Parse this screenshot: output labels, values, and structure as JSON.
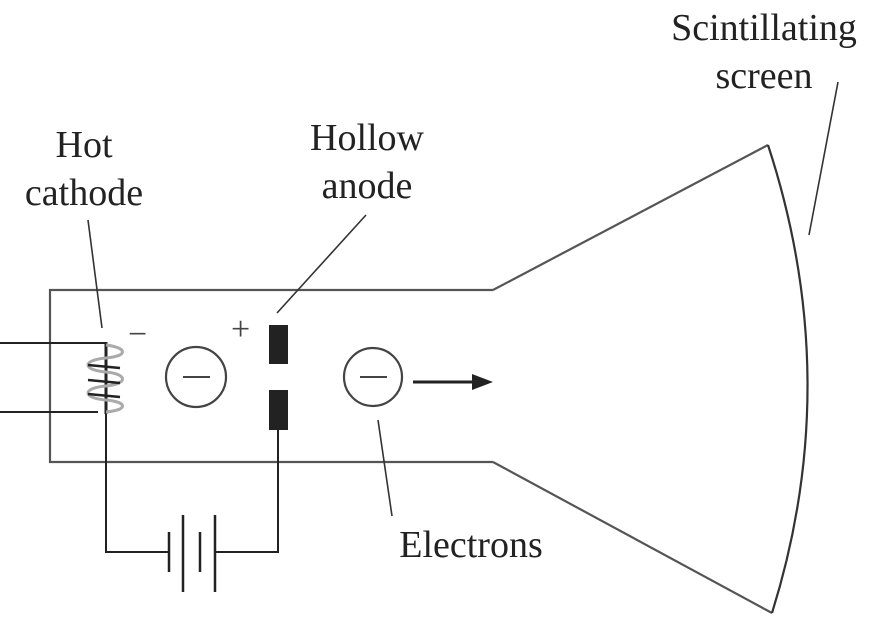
{
  "diagram": {
    "title": "Cathode ray tube",
    "labels": {
      "hot_cathode": [
        "Hot",
        "cathode"
      ],
      "hollow_anode": [
        "Hollow",
        "anode"
      ],
      "scintillating_screen": [
        "Scintillating",
        "screen"
      ],
      "electrons": "Electrons"
    },
    "symbols": {
      "cathode_polarity": "−",
      "anode_polarity": "+",
      "electron_charge": "−"
    },
    "colors": {
      "line": "#333333",
      "plate": "#222222",
      "coil": "#aaaaaa",
      "text": "#222222"
    }
  }
}
